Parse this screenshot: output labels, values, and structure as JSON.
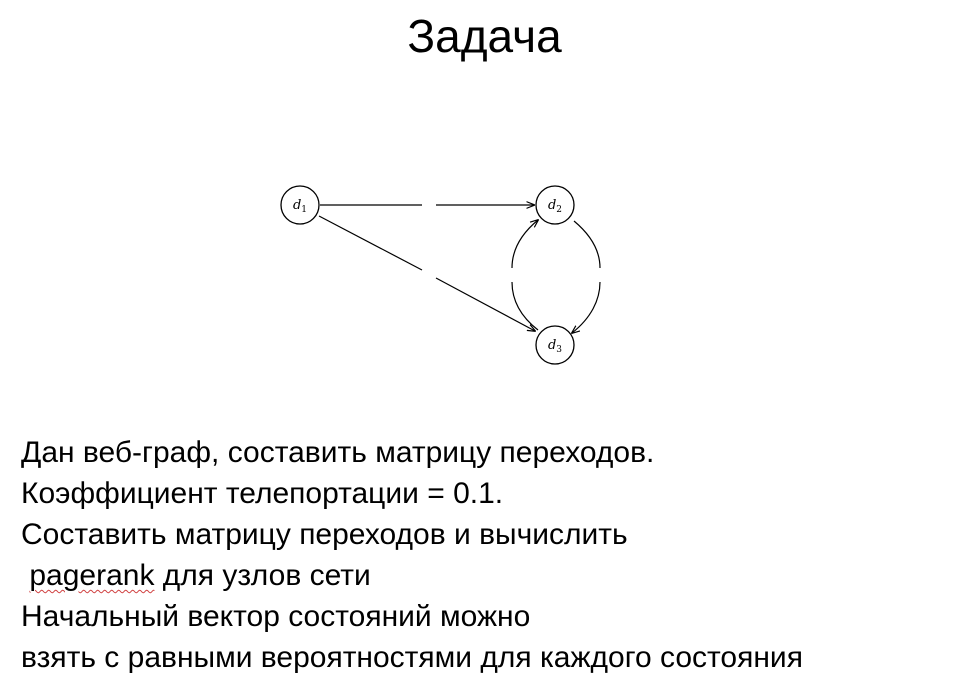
{
  "slide": {
    "title": "Задача"
  },
  "graph": {
    "nodes": [
      {
        "id": "d1",
        "letter": "d",
        "sub": "1"
      },
      {
        "id": "d2",
        "letter": "d",
        "sub": "2"
      },
      {
        "id": "d3",
        "letter": "d",
        "sub": "3"
      }
    ],
    "edges": [
      {
        "from": "d1",
        "to": "d2"
      },
      {
        "from": "d1",
        "to": "d3"
      },
      {
        "from": "d2",
        "to": "d3"
      },
      {
        "from": "d3",
        "to": "d2"
      }
    ]
  },
  "task": {
    "line1": "Дан веб-граф, составить матрицу переходов.",
    "line2": "Коэффициент телепортации = 0.1.",
    "line3": "Составить матрицу переходов и вычислить",
    "line4_word": "pagerank",
    "line4_rest": " для узлов сети",
    "line5": "Начальный вектор состояний можно",
    "line6": "взять с равными вероятностями для каждого состояния"
  },
  "colors": {
    "text": "#000000",
    "background": "#ffffff",
    "spellcheck_underline": "#d04040"
  }
}
